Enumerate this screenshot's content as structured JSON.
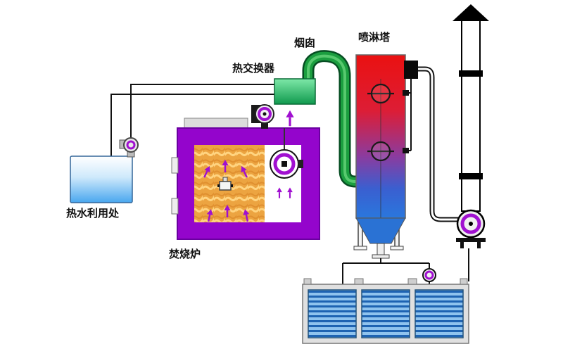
{
  "labels": {
    "heat_exchanger": "热交换器",
    "chimney": "烟囱",
    "spray_tower": "喷淋塔",
    "hot_water_use": "热水利用处",
    "incinerator": "焚烧炉"
  },
  "colors": {
    "frame_purple": "#9405cc",
    "arrow_purple": "#a010d0",
    "duct_green": "#1b9e3f",
    "duct_green_dark": "#064d22",
    "tower_red": "#ea1111",
    "tower_blue": "#2a77dd",
    "funnel_blue": "#2a72d4",
    "exchanger_green": "#109a4e",
    "tank_water_blue": "#49a7ef",
    "pool_stripe_blue": "#1e63b2",
    "pipe_black": "#111111"
  },
  "icons": {
    "fan": "blower-fan-icon",
    "pump": "pump-icon",
    "arrow": "flow-arrow-icon",
    "stack_cap": "chimney-cap-icon"
  }
}
